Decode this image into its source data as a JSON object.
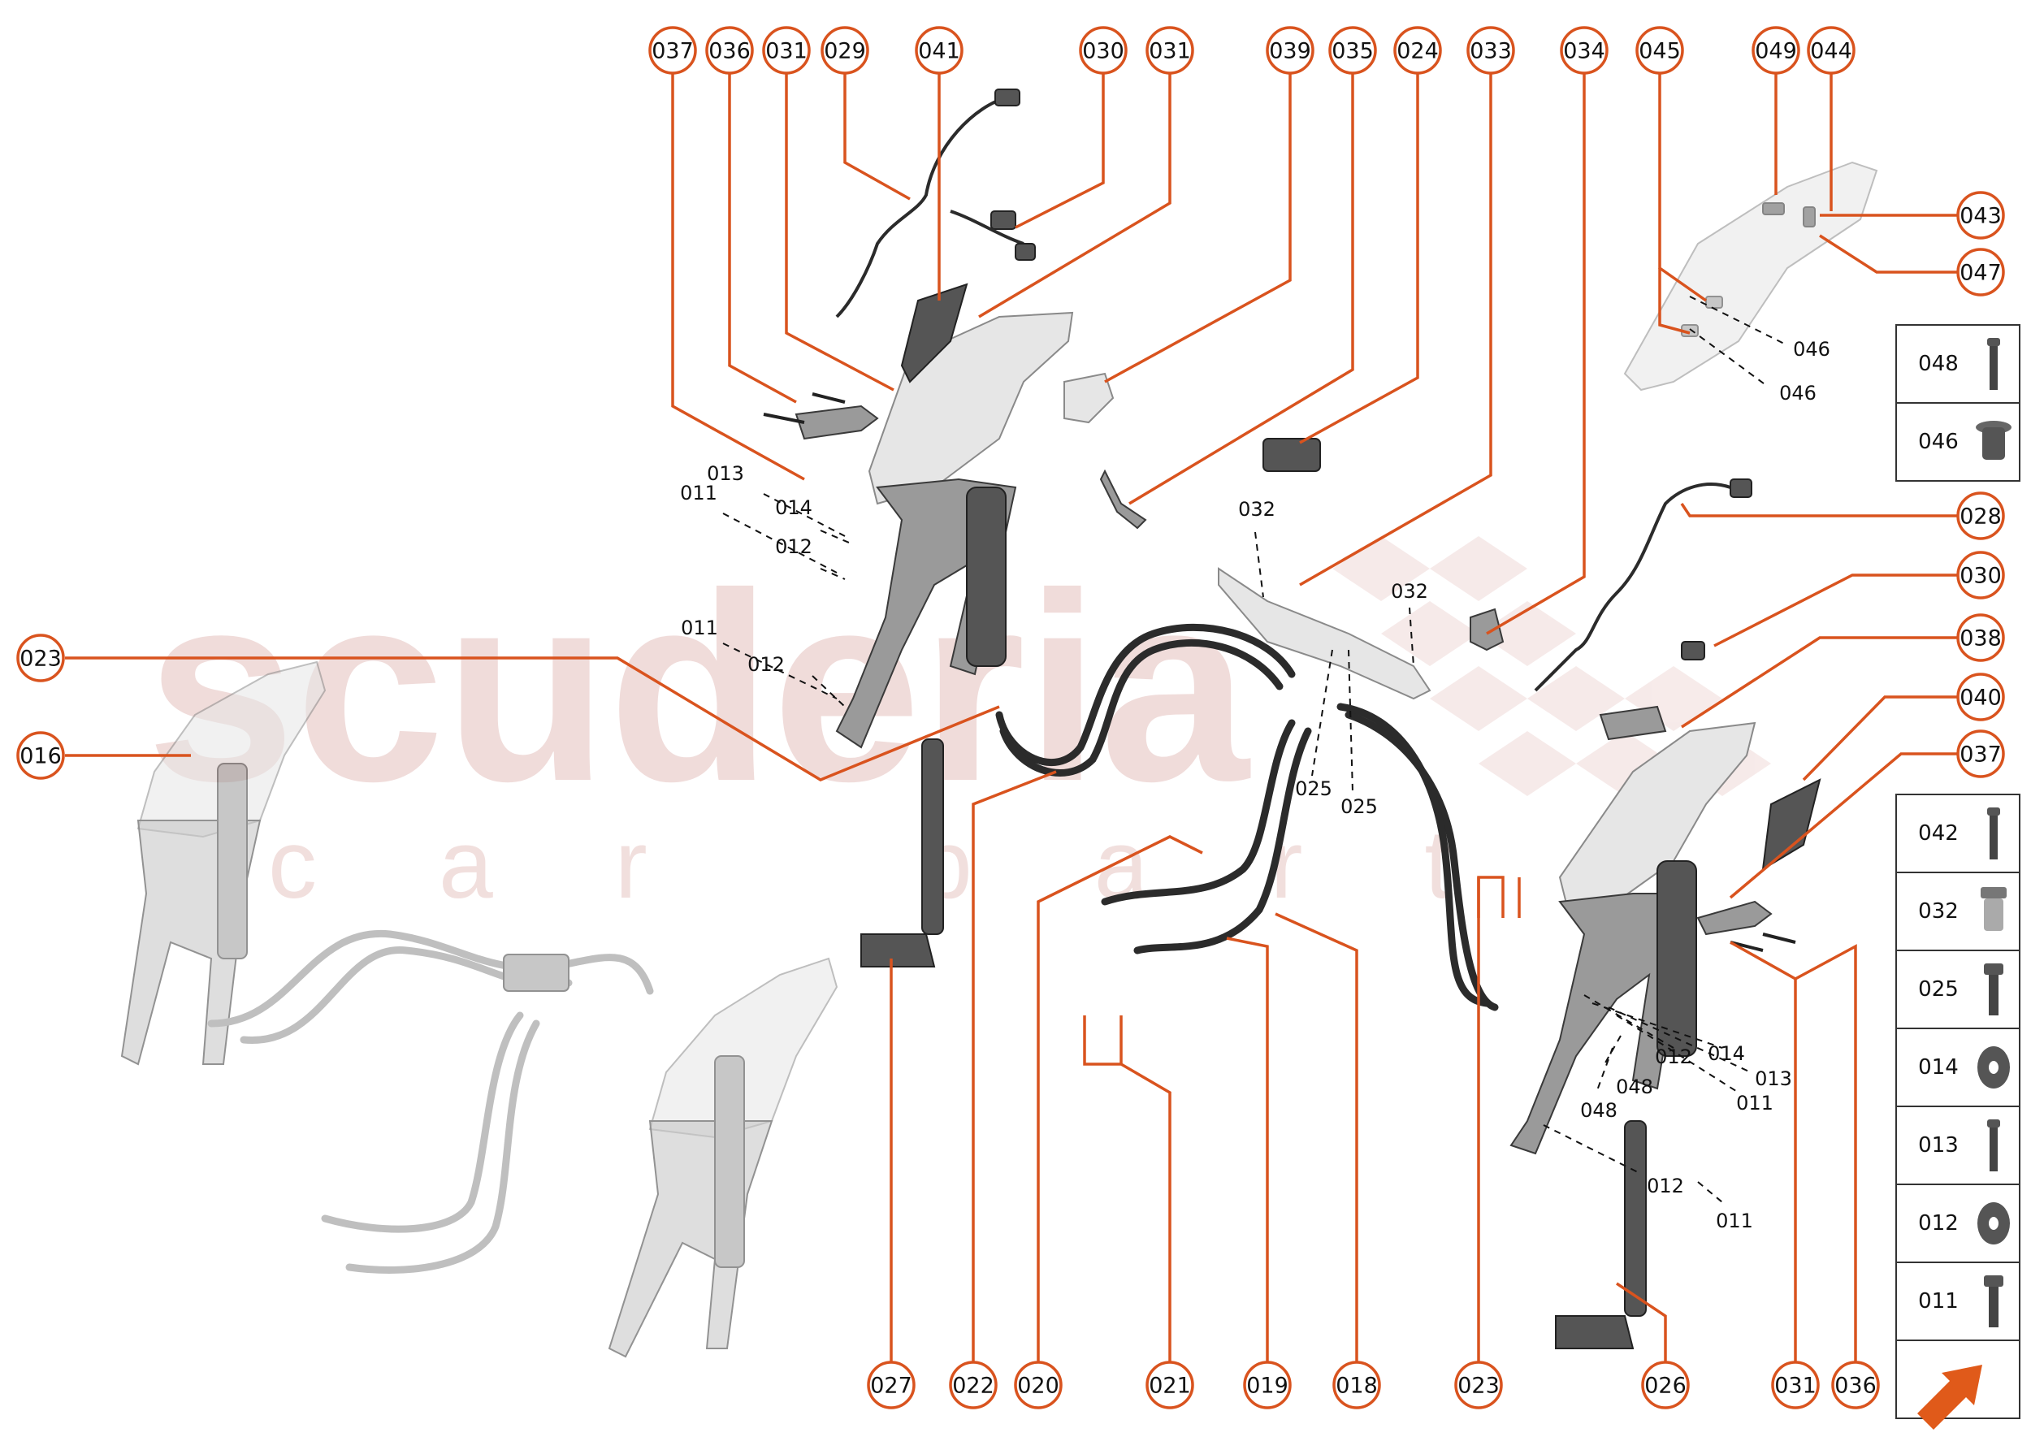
{
  "watermark": {
    "main": "scuderia",
    "sub": "car parts"
  },
  "colors": {
    "accent": "#d9531e",
    "callout_fill": "#ffffff",
    "line": "#111111"
  },
  "top_callouts": [
    "037",
    "036",
    "031",
    "029",
    "041",
    "030",
    "031",
    "039",
    "035",
    "024",
    "033",
    "034",
    "045",
    "049",
    "044"
  ],
  "right_callouts": [
    "043",
    "047",
    "028",
    "030",
    "038",
    "040",
    "037"
  ],
  "left_callouts": [
    "023",
    "016"
  ],
  "bottom_callouts": [
    "027",
    "022",
    "020",
    "021",
    "019",
    "018",
    "023",
    "026",
    "031",
    "036"
  ],
  "plain_labels": {
    "left_013": "013",
    "left_011a": "011",
    "left_014": "014",
    "left_012a": "012",
    "left_011b": "011",
    "left_012b": "012",
    "mid_032a": "032",
    "mid_032b": "032",
    "mid_025a": "025",
    "mid_025b": "025",
    "right_046a": "046",
    "right_046b": "046",
    "right_012a": "012",
    "right_014": "014",
    "right_013": "013",
    "right_011a": "011",
    "right_048a": "048",
    "right_048b": "048",
    "right_012b": "012",
    "right_011b": "011"
  },
  "legend_top": [
    {
      "code": "048",
      "icon": "long-bolt-icon"
    },
    {
      "code": "046",
      "icon": "flanged-plug-icon"
    }
  ],
  "legend_bottom": [
    {
      "code": "042",
      "icon": "long-bolt-icon"
    },
    {
      "code": "032",
      "icon": "flanged-bolt-icon"
    },
    {
      "code": "025",
      "icon": "bolt-icon"
    },
    {
      "code": "014",
      "icon": "washer-icon"
    },
    {
      "code": "013",
      "icon": "long-bolt-icon"
    },
    {
      "code": "012",
      "icon": "washer-icon"
    },
    {
      "code": "011",
      "icon": "bolt-icon"
    }
  ],
  "legend_footer_icon": "arrow-icon"
}
